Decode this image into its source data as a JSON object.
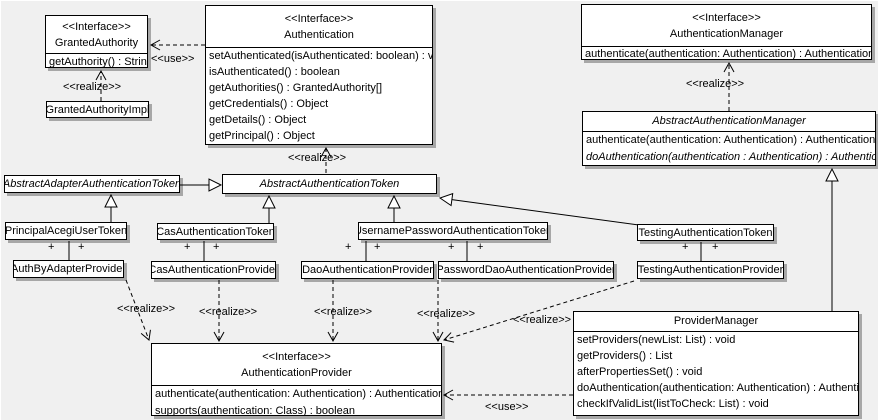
{
  "edge_labels": {
    "realize": "<<realize>>",
    "use": "<<use>>",
    "plus": "+"
  },
  "classes": {
    "granted_authority": {
      "stereotype": "<<Interface>>",
      "name": "GrantedAuthority",
      "methods": [
        "getAuthority() : String"
      ]
    },
    "granted_authority_impl": {
      "name": "GrantedAuthorityImpl"
    },
    "authentication": {
      "stereotype": "<<Interface>>",
      "name": "Authentication",
      "methods": [
        "setAuthenticated(isAuthenticated: boolean) : void",
        "isAuthenticated() : boolean",
        "getAuthorities() : GrantedAuthority[]",
        "getCredentials() : Object",
        "getDetails() : Object",
        "getPrincipal() : Object"
      ]
    },
    "authentication_manager": {
      "stereotype": "<<Interface>>",
      "name": "AuthenticationManager",
      "methods": [
        "authenticate(authentication: Authentication) : Authentication"
      ]
    },
    "abstract_authentication_manager": {
      "name": "AbstractAuthenticationManager",
      "methods": [
        "authenticate(authentication: Authentication) : Authentication",
        "doAuthentication(authentication : Authentication) : Authentication"
      ]
    },
    "abstract_adapter_authentication_token": {
      "name": "AbstractAdapterAuthenticationToken"
    },
    "abstract_authentication_token": {
      "name": "AbstractAuthenticationToken"
    },
    "principal_acegi_user_token": {
      "name": "PrincipalAcegiUserToken"
    },
    "auth_by_adapter_provider": {
      "name": "AuthByAdapterProvider"
    },
    "cas_authentication_token": {
      "name": "CasAuthenticationToken"
    },
    "cas_authentication_provider": {
      "name": "CasAuthenticationProvider"
    },
    "username_password_authentication_token": {
      "name": "UsernamePasswordAuthenticationToken"
    },
    "dao_authentication_provider": {
      "name": "DaoAuthenticationProvider"
    },
    "password_dao_authentication_provider": {
      "name": "PasswordDaoAuthenticationProvider"
    },
    "testing_authentication_token": {
      "name": "TestingAuthenticationToken"
    },
    "testing_authentication_provider": {
      "name": "TestingAuthenticationProvider"
    },
    "provider_manager": {
      "name": "ProviderManager",
      "methods": [
        "setProviders(newList: List) : void",
        "getProviders() : List",
        "afterPropertiesSet() : void",
        "doAuthentication(authentication: Authentication) : Authentication",
        "checkIfValidList(listToCheck: List) : void"
      ]
    },
    "authentication_provider": {
      "stereotype": "<<Interface>>",
      "name": "AuthenticationProvider",
      "methods": [
        "authenticate(authentication: Authentication) : Authentication",
        "supports(authentication: Class) : boolean"
      ]
    }
  }
}
